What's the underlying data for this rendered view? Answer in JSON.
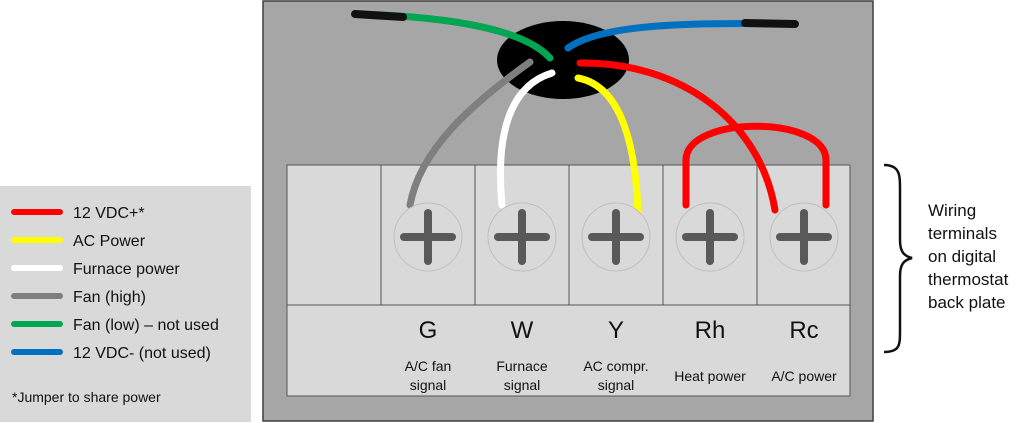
{
  "legend": {
    "items": [
      {
        "label": "12 VDC+*",
        "color": "#ff0000"
      },
      {
        "label": "AC Power",
        "color": "#ffff00"
      },
      {
        "label": "Furnace power",
        "color": "#ffffff"
      },
      {
        "label": "Fan (high)",
        "color": "#7f7f7f"
      },
      {
        "label": "Fan (low) – not used",
        "color": "#00a651"
      },
      {
        "label": "12 VDC- (not used)",
        "color": "#0070c0"
      }
    ],
    "note": "*Jumper to share power"
  },
  "terminals": [
    {
      "letter": "G",
      "desc": [
        "A/C fan",
        "signal"
      ]
    },
    {
      "letter": "W",
      "desc": [
        "Furnace",
        "signal"
      ]
    },
    {
      "letter": "Y",
      "desc": [
        "AC compr.",
        "signal"
      ]
    },
    {
      "letter": "Rh",
      "desc": [
        "Heat power"
      ]
    },
    {
      "letter": "Rc",
      "desc": [
        "A/C power"
      ]
    }
  ],
  "side_label": [
    "Wiring",
    "terminals",
    "on digital",
    "thermostat",
    "back plate"
  ],
  "colors": {
    "panel": "#a6a6a6",
    "legend_bg": "#d9d9d9",
    "terminal_block": "#d9d9d9",
    "screw": "#d9d9d9",
    "screw_cross": "#595959",
    "wire_red": "#ff0000",
    "wire_yellow": "#ffff00",
    "wire_white": "#ffffff",
    "wire_gray": "#7f7f7f",
    "wire_green": "#00a651",
    "wire_blue": "#0070c0"
  }
}
